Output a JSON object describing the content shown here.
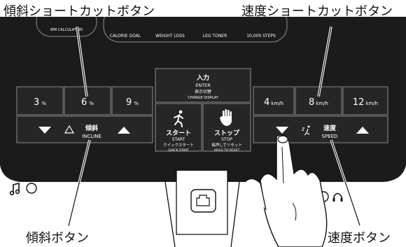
{
  "callouts": {
    "incline_shortcut": "傾斜ショートカットボタン",
    "speed_shortcut": "速度ショートカットボタン",
    "incline_button": "傾斜ボタン",
    "speed_button": "速度ボタン"
  },
  "top_labels": {
    "bmi": "BMI CALCULATION",
    "calorie": "CALORIE GOAL",
    "weight": "WEIGHT LOSS",
    "leg": "LEG TONER",
    "steps": "10,000 STEPS"
  },
  "incline_presets": [
    {
      "value": "3",
      "unit": "%"
    },
    {
      "value": "6",
      "unit": "%"
    },
    {
      "value": "9",
      "unit": "%"
    }
  ],
  "speed_presets": [
    {
      "value": "4",
      "unit": "km/h"
    },
    {
      "value": "8",
      "unit": "km/h"
    },
    {
      "value": "12",
      "unit": "km/h"
    }
  ],
  "enter": {
    "jp": "入力",
    "en": "ENTER",
    "jp2": "表示切替",
    "en2": "CHANGE DISPLAY"
  },
  "start": {
    "jp": "スタート",
    "en": "START",
    "jp2": "クイックスタート",
    "en2": "QUICK START"
  },
  "stop": {
    "jp": "ストップ",
    "en": "STOP",
    "jp2": "長押しでリセット",
    "en2": "HOLD TO RESET"
  },
  "incline": {
    "jp": "傾斜",
    "en": "INCLINE"
  },
  "speed": {
    "jp": "速度",
    "en": "SPEED"
  },
  "colors": {
    "panel": "#1b1b1b",
    "button": "#262626",
    "border": "#6e6e6e",
    "text": "#ffffff"
  }
}
